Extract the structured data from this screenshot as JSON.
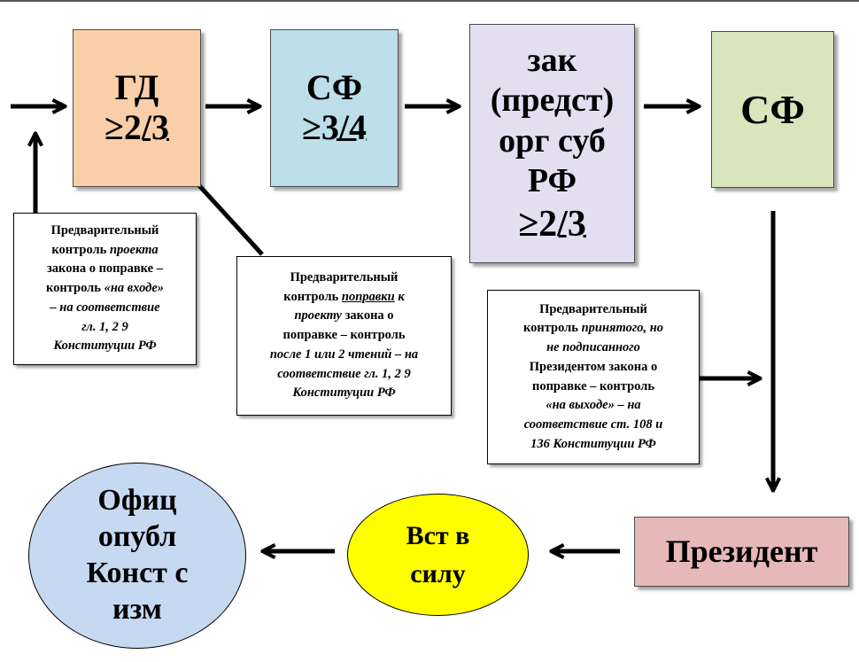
{
  "boxes": {
    "gd": {
      "title": "ГД",
      "ratio": "≥2/3",
      "color": "#f8cfa8"
    },
    "sf1": {
      "title": "СФ",
      "ratio": "≥3/4",
      "color": "#bcdfea"
    },
    "zak": {
      "lines": [
        "зак",
        "(предст)",
        "орг суб",
        "РФ"
      ],
      "ratio": "≥2/3",
      "color": "#e4dff0"
    },
    "sf2": {
      "title": "СФ",
      "color": "#d8e5bd"
    },
    "president": {
      "title": "Президент",
      "color": "#e6b8b7"
    }
  },
  "notes": {
    "note1": {
      "l1": "Предварительный",
      "l2a": "контроль ",
      "l2b": "проекта",
      "l3": "закона о поправке –",
      "l4a": "контроль ",
      "l4b": "«на входе»",
      "l5": "– на соответствие",
      "l6": "гл. 1, 2 9",
      "l7": "Конституции РФ"
    },
    "note2": {
      "l1": "Предварительный",
      "l2a": "контроль ",
      "l2b": "поправки",
      "l2c": " к",
      "l3a": "проекту",
      "l3b": " закона о",
      "l4": "поправке – контроль",
      "l5": "после 1 или 2 чтений – на",
      "l6": "соответствие гл. 1, 2 9",
      "l7": "Конституции РФ"
    },
    "note3": {
      "l1": "Предварительный",
      "l2a": "контроль ",
      "l2b": "принятого, но",
      "l3": "не подписанного",
      "l4": "Президентом закона о",
      "l5": "поправке – контроль",
      "l6": "«на выходе» – на",
      "l7": "соответствие ст. 108 и",
      "l8": "136 Конституции РФ"
    }
  },
  "ellipses": {
    "force": {
      "lines": [
        "Вст в",
        "силу"
      ],
      "color": "#ffff00"
    },
    "publish": {
      "lines": [
        "Офиц",
        "опубл",
        "Конст с",
        "изм"
      ],
      "color": "#c6d9f1"
    }
  }
}
